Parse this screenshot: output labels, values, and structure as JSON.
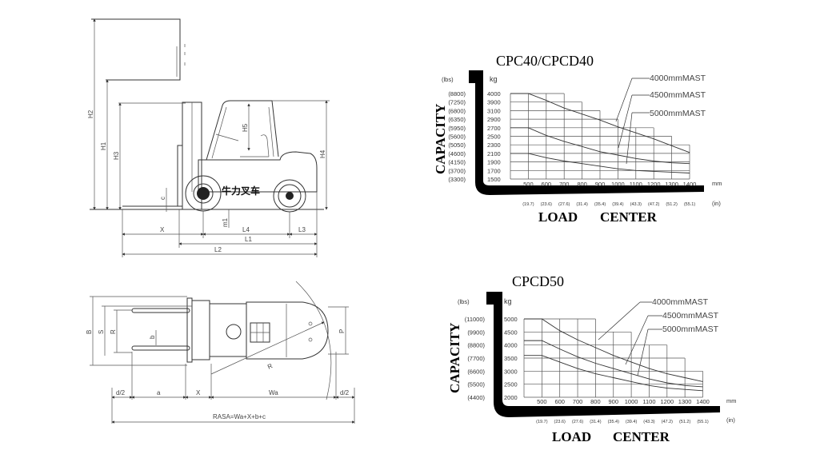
{
  "side_view": {
    "labels": {
      "h2": "H2",
      "h1": "H1",
      "h3": "H3",
      "h5": "H5",
      "h4": "H4",
      "x": "X",
      "l4": "L4",
      "l3": "L3",
      "l1": "L1",
      "l2": "L2",
      "m1": "m1",
      "c": "c"
    },
    "brand_text": "牛力叉车"
  },
  "top_view": {
    "labels": {
      "b_width": "B",
      "s": "S",
      "r": "R",
      "b_small": "b",
      "p": "P",
      "d2_left": "d/2",
      "a": "a",
      "x": "X",
      "wa": "Wa",
      "d2_right": "d/2",
      "radius": "R",
      "rasa": "RASA=Wa+X+b+c"
    }
  },
  "chart_data": [
    {
      "type": "line",
      "title": "CPC40/CPCD40",
      "ylabel": "CAPACITY",
      "xlabel_words": [
        "LOAD",
        "CENTER"
      ],
      "y_unit": "kg",
      "y_unit_alt": "(lbs)",
      "x_unit": "mm",
      "x_unit_alt": "(in)",
      "y_ticks": [
        "4000",
        "3900",
        "3100",
        "2900",
        "2700",
        "2500",
        "2300",
        "2100",
        "1900",
        "1700",
        "1500"
      ],
      "y_ticks_lbs": [
        "(8800)",
        "(7250)",
        "(6800)",
        "(6350)",
        "(5950)",
        "(5600)",
        "(5050)",
        "(4600)",
        "(4150)",
        "(3700)",
        "(3300)"
      ],
      "x_ticks": [
        500,
        600,
        700,
        800,
        900,
        1000,
        1100,
        1200,
        1300,
        1400
      ],
      "x_ticks_in": [
        "(19.7)",
        "(23.6)",
        "(27.6)",
        "(31.4)",
        "(35.4)",
        "(39.4)",
        "(43.3)",
        "(47.2)",
        "(51.2)",
        "(55.1)"
      ],
      "grid": true,
      "steps": [
        [
          400,
          700,
          4000
        ],
        [
          700,
          800,
          3900
        ],
        [
          800,
          900,
          3100
        ],
        [
          900,
          1000,
          2900
        ],
        [
          1000,
          1200,
          2700
        ],
        [
          1200,
          1300,
          2500
        ],
        [
          1300,
          1400,
          2300
        ]
      ],
      "series": [
        {
          "name": "4000mmMAST",
          "x": [
            500,
            600,
            700,
            800,
            900,
            1000,
            1100,
            1200,
            1300,
            1400
          ],
          "y": [
            4000,
            3920,
            3340,
            3020,
            2880,
            2720,
            2580,
            2440,
            2280,
            2120
          ],
          "flat_from": 4000
        },
        {
          "name": "4500mmMAST",
          "x": [
            500,
            600,
            700,
            800,
            900,
            1000,
            1100,
            1200,
            1300,
            1400
          ],
          "y": [
            2700,
            2520,
            2380,
            2260,
            2140,
            2060,
            1980,
            1920,
            1880,
            1860
          ],
          "flat_from": 2700
        },
        {
          "name": "5000mmMAST",
          "x": [
            500,
            600,
            700,
            800,
            900,
            1000,
            1100,
            1200,
            1300,
            1400
          ],
          "y": [
            2100,
            2000,
            1920,
            1860,
            1800,
            1740,
            1700,
            1680,
            1660,
            1640
          ],
          "flat_from": 2100
        }
      ]
    },
    {
      "type": "line",
      "title": "CPCD50",
      "ylabel": "CAPACITY",
      "xlabel_words": [
        "LOAD",
        "CENTER"
      ],
      "y_unit": "kg",
      "y_unit_alt": "(lbs)",
      "x_unit": "mm",
      "x_unit_alt": "(in)",
      "y_ticks": [
        "5000",
        "4500",
        "4000",
        "3500",
        "3000",
        "2500",
        "2000"
      ],
      "y_ticks_lbs": [
        "(11000)",
        "(9900)",
        "(8800)",
        "(7700)",
        "(6600)",
        "(5500)",
        "(4400)"
      ],
      "x_ticks": [
        500,
        600,
        700,
        800,
        900,
        1000,
        1100,
        1200,
        1300,
        1400
      ],
      "x_ticks_in": [
        "(19.7)",
        "(23.6)",
        "(27.6)",
        "(31.4)",
        "(35.4)",
        "(39.4)",
        "(43.3)",
        "(47.2)",
        "(51.2)",
        "(55.1)"
      ],
      "grid": true,
      "steps": [
        [
          400,
          800,
          5000
        ],
        [
          800,
          1000,
          4500
        ],
        [
          1000,
          1200,
          4000
        ],
        [
          1200,
          1300,
          3500
        ],
        [
          1300,
          1400,
          3000
        ]
      ],
      "series": [
        {
          "name": "4000mmMAST",
          "x": [
            500,
            600,
            700,
            800,
            900,
            1000,
            1100,
            1200,
            1300,
            1400
          ],
          "y": [
            5000,
            4550,
            4200,
            3900,
            3600,
            3350,
            3100,
            2900,
            2750,
            2600
          ],
          "flat_from": 5000
        },
        {
          "name": "4500mmMAST",
          "x": [
            500,
            600,
            700,
            800,
            900,
            1000,
            1100,
            1200,
            1300,
            1400
          ],
          "y": [
            4170,
            3850,
            3550,
            3300,
            3100,
            2900,
            2700,
            2550,
            2450,
            2400
          ],
          "flat_from": 4170
        },
        {
          "name": "5000mmMAST",
          "x": [
            500,
            600,
            700,
            800,
            900,
            1000,
            1100,
            1200,
            1300,
            1400
          ],
          "y": [
            3600,
            3350,
            3100,
            2900,
            2750,
            2600,
            2450,
            2350,
            2300,
            2250
          ],
          "flat_from": 3600
        }
      ]
    }
  ]
}
